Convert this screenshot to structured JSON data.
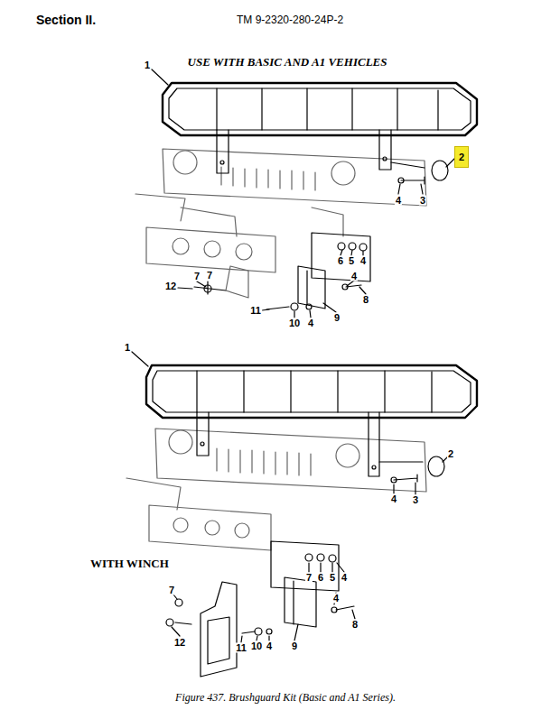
{
  "diagram": {
    "title": "USE WITH BASIC AND A1 VEHICLES",
    "caption": "Figure 437. Brushguard Kit (Basic and A1 Series).",
    "nodes": [
      {
        "text": [
          "2"
        ]
      }
    ],
    "labels": [
      "Section II.",
      "TM 9-2320-280-24P-2",
      "1",
      "4",
      "3",
      "7",
      "6",
      "5",
      "4",
      "4",
      "8",
      "12",
      "7",
      "11",
      "10",
      "4",
      "9",
      "1",
      "2",
      "4",
      "3",
      "7",
      "6",
      "5",
      "4",
      "4",
      "8",
      "7",
      "12",
      "11",
      "10",
      "4",
      "9",
      "WITH WINCH"
    ]
  }
}
